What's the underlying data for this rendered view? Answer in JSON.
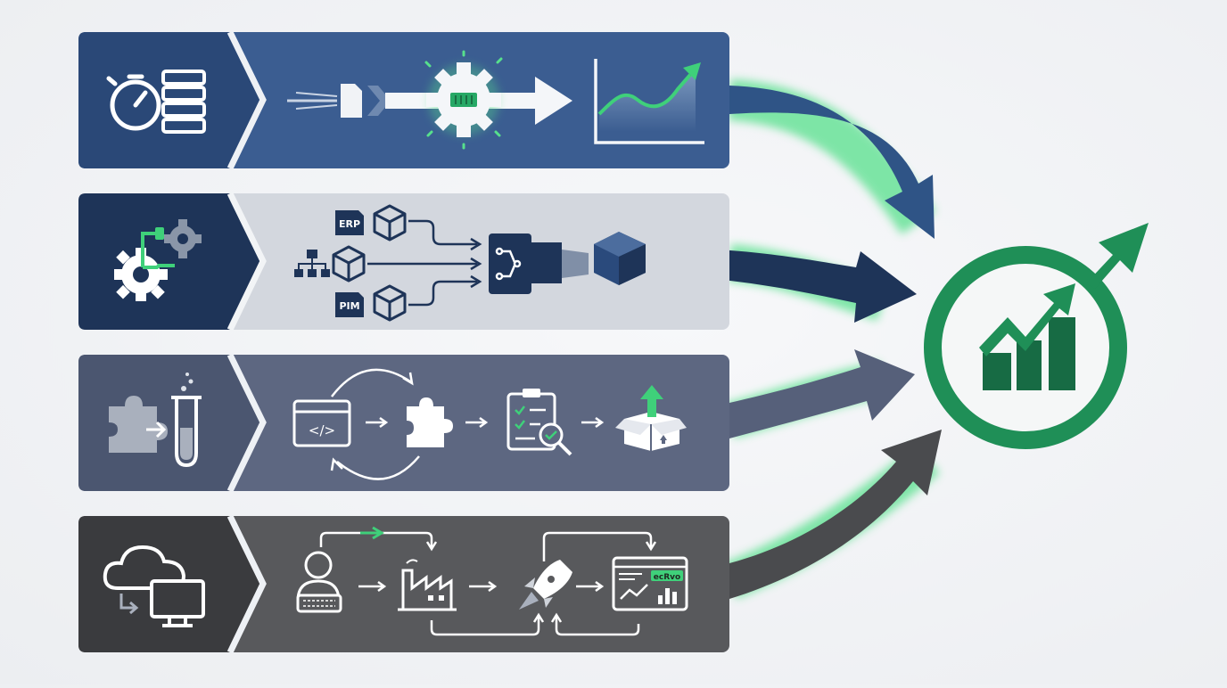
{
  "colors": {
    "row1_dark": "#2f4f80",
    "row1_light": "#3b5d91",
    "row2_dark": "#1e3458",
    "row2_light": "#d3d7de",
    "row3_dark": "#4b5670",
    "row3_light": "#5d6781",
    "row4_dark": "#3a3b3e",
    "row4_light": "#58595c",
    "accent_green": "#27a866",
    "glow_green": "#57e08c",
    "target_green": "#1f8f57"
  },
  "labels": {
    "erp": "ERP",
    "pim": "PIM",
    "dashboard_badge": "ecRvo"
  },
  "rows": [
    {
      "name": "performance-pipeline",
      "left_icons": [
        "stopwatch-icon",
        "server-stack-icon"
      ],
      "steps": [
        "data-stream-icon",
        "processor-gear-icon",
        "arrow-icon",
        "growth-chart-icon"
      ]
    },
    {
      "name": "integration-pipeline",
      "left_icons": [
        "plug-gears-icon"
      ],
      "steps": [
        "erp-cube-icon",
        "hierarchy-cube-icon",
        "pim-cube-icon",
        "merge-hub-icon",
        "output-cube-icon"
      ]
    },
    {
      "name": "testing-pipeline",
      "left_icons": [
        "puzzle-icon",
        "test-tube-icon"
      ],
      "steps": [
        "code-window-icon",
        "puzzle-icon",
        "checklist-inspect-icon",
        "package-upload-icon"
      ]
    },
    {
      "name": "deployment-pipeline",
      "left_icons": [
        "cloud-icon",
        "monitor-icon"
      ],
      "steps": [
        "developer-icon",
        "factory-icon",
        "rocket-icon",
        "dashboard-icon"
      ]
    }
  ]
}
